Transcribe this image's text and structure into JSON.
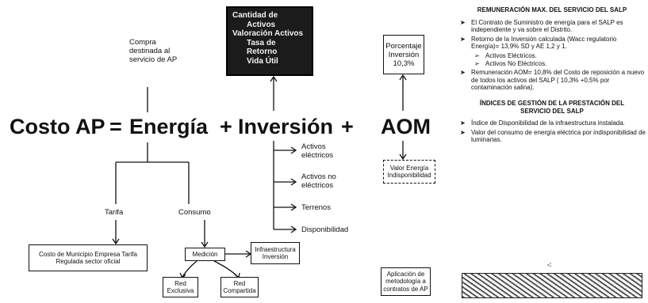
{
  "formula": {
    "costo": "Costo AP",
    "equals": "=",
    "energia": "Energía",
    "plus1": "+",
    "inversion": "Inversión",
    "plus2": "+",
    "aom": "AOM"
  },
  "energia_note": "Compra destinada al servicio de AP",
  "dark_box_lines": [
    "Cantidad de",
    "Activos",
    "Valoración Activos",
    "Tasa de",
    "Retorno",
    "Vida Útil"
  ],
  "porcentaje_box": "Porcentaje Inversión 10,3%",
  "inversion_branches": [
    "Activos eléctricos",
    "Activos no eléctricos",
    "Terrenos",
    "Disponibilidad"
  ],
  "aom_box": "Valor Energía Indisponibilidad",
  "energia_children": {
    "tarifa": "Tarifa",
    "consumo": "Consumo"
  },
  "tarifa_box": "Costo de Municipio Empresa Tarifa Regulada sector oficial",
  "medicion_box": "Medición",
  "infra_box": "Infraestructura Inversión",
  "red_exclusiva": "Red Exclusiva",
  "red_compartida": "Red Compartida",
  "aplicacion_box": "Aplicación de metodología a contratos de AP",
  "right_panel": {
    "title1": "REMUNERACIÓN MAX. DEL SERVICIO DEL SALP",
    "items1": [
      "El Contrato de Suministro de energía para el SALP es independiente y va sobre el Distrito.",
      "Retorno de la Inversión calculada (Wacc regulatorio Energía)= 13,9% SD y AE 1,2 y 1."
    ],
    "subitems": [
      "Activos Eléctricos.",
      "Activos No Eléctricos."
    ],
    "items1b": [
      "Remuneración AOM= 10,8% del Costo de reposición a nuevo de todos los activos del SALP ( 10,3% +0,5% por contaminación salina)."
    ],
    "title2": "ÍNDICES DE GESTIÓN DE LA PRESTACIÓN DEL SERVICIO DEL SALP",
    "items2": [
      "Índice de Disponibilidad de la infraestructura instalada.",
      "Valor del consumo de energía eléctrica por indisponibilidad de luminarias."
    ]
  }
}
